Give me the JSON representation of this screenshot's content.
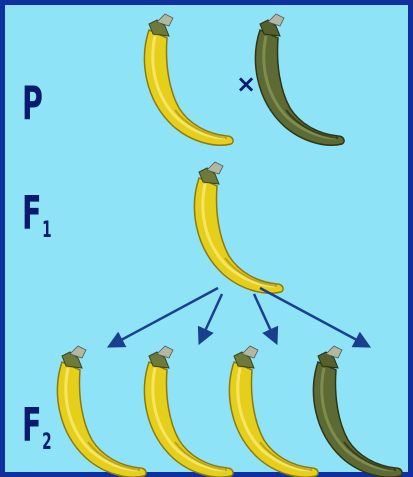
{
  "generations": {
    "parent": {
      "label": "P",
      "sub": ""
    },
    "f1": {
      "label": "F",
      "sub": "1"
    },
    "f2": {
      "label": "F",
      "sub": "2"
    }
  },
  "cross_symbol": "×",
  "icons": {
    "banana": "banana-icon",
    "arrow": "arrow-icon"
  },
  "colors": {
    "background": "#8fe3f6",
    "border": "#1030a0",
    "yellow_banana": "#e6cf1a",
    "green_banana": "#5d6a33",
    "arrow": "#1a3f8f",
    "label": "#0a1a6e"
  },
  "phenotypes": {
    "parents": [
      "yellow",
      "green"
    ],
    "f1": [
      "yellow"
    ],
    "f2": [
      "yellow",
      "yellow",
      "yellow",
      "green"
    ]
  }
}
